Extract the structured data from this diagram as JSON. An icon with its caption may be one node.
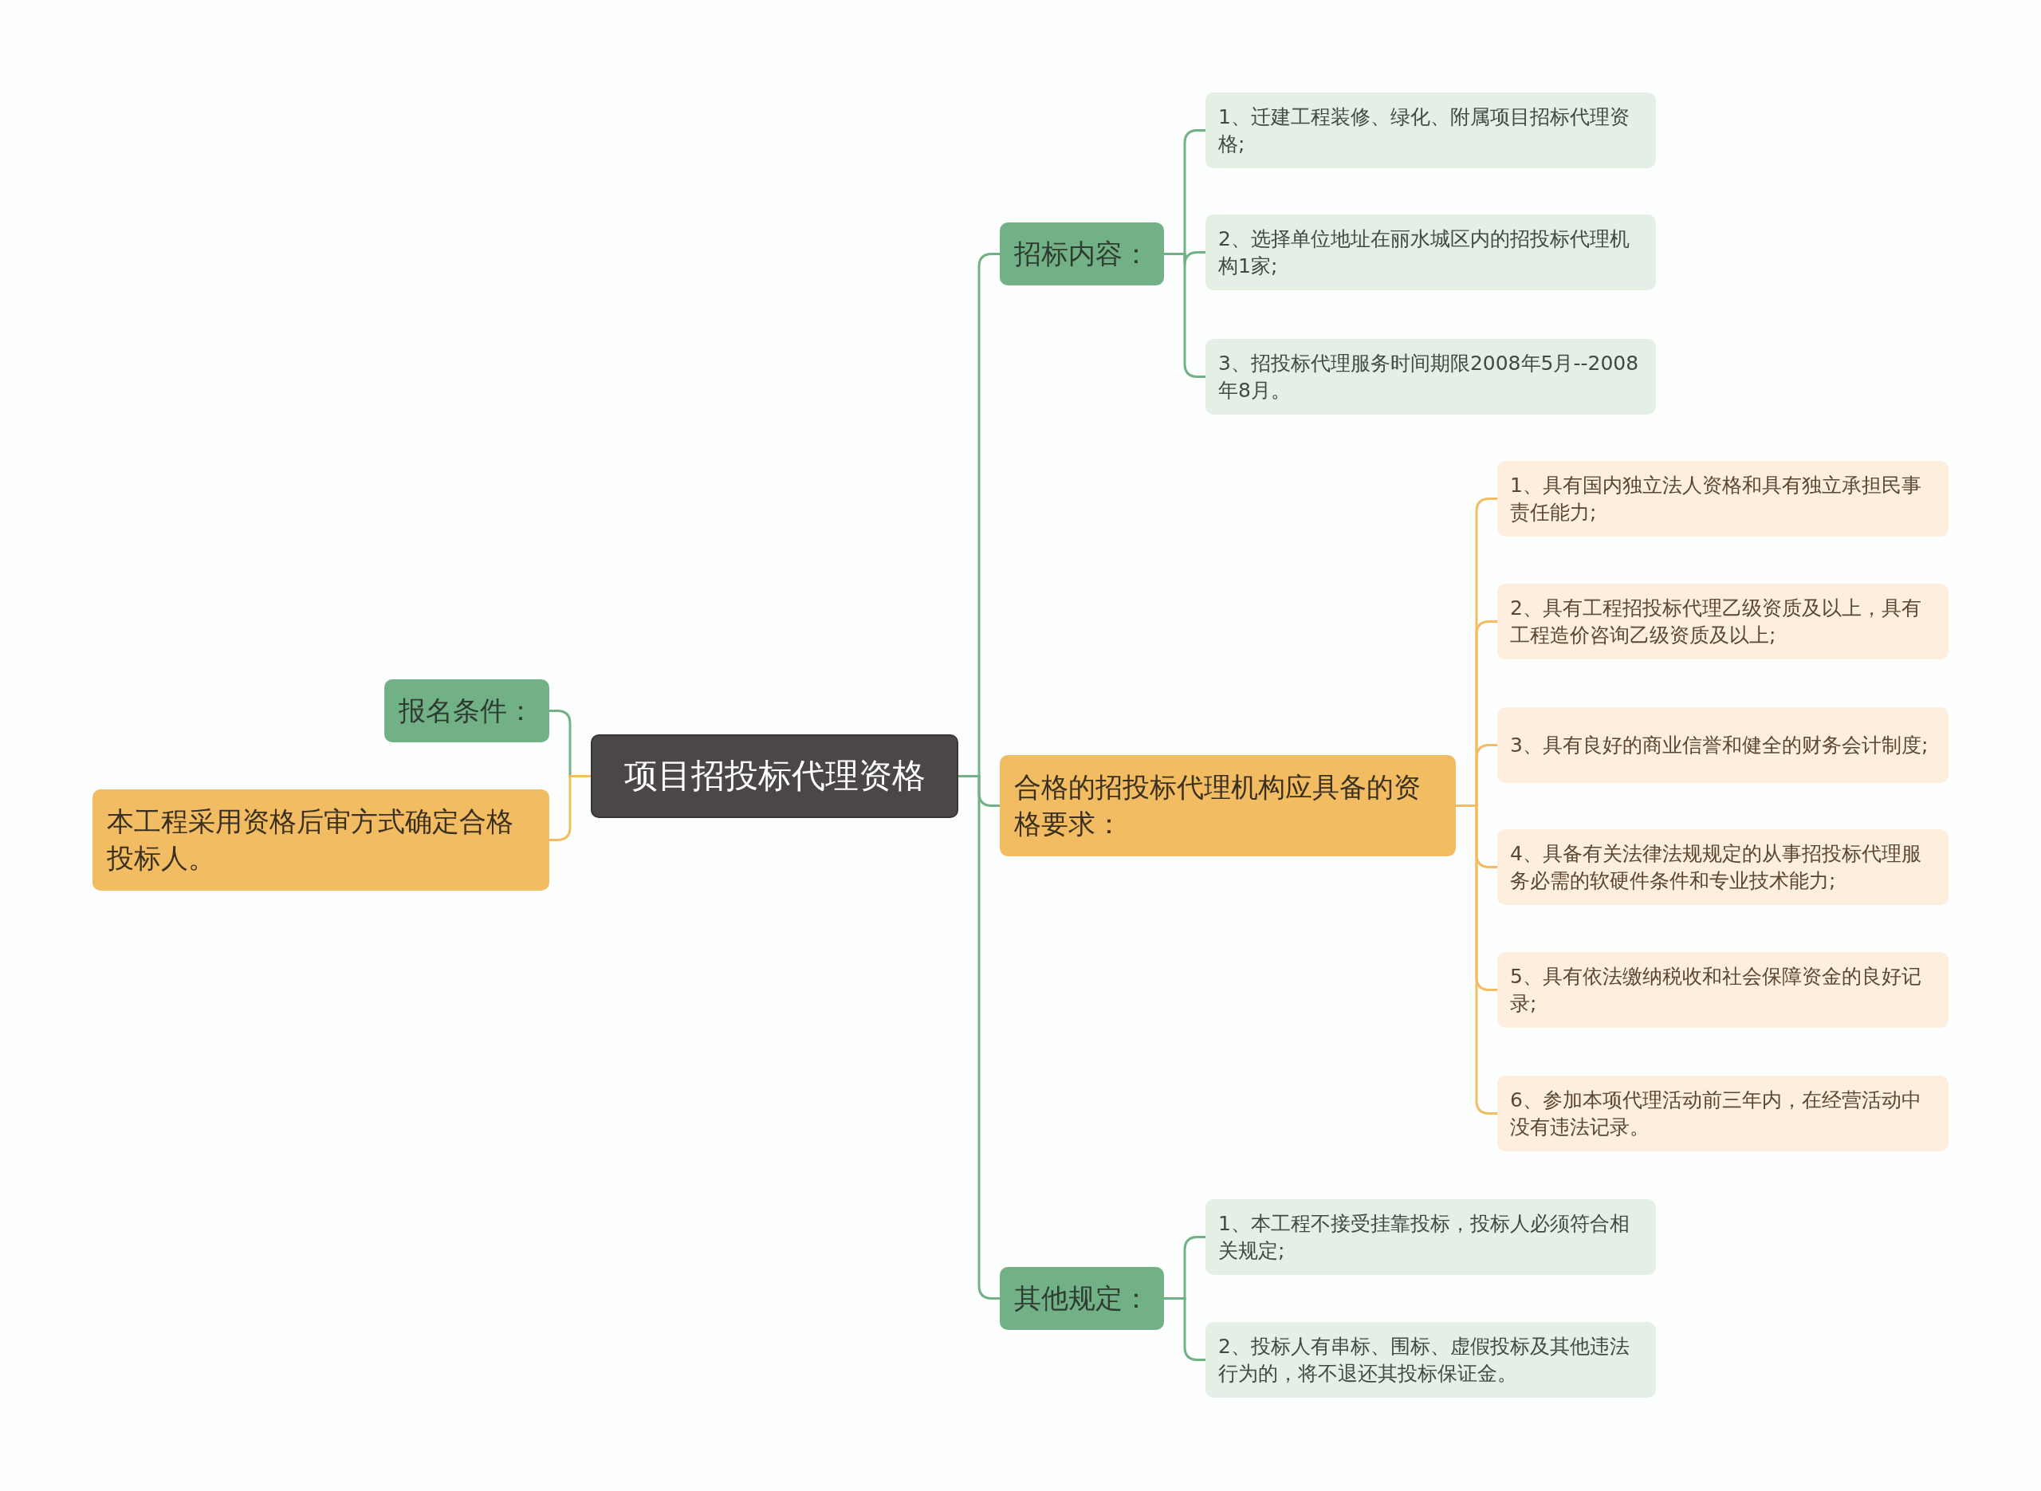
{
  "diagram": {
    "nodes": [
      {
        "text": [
          "项目招投标代理资格"
        ]
      },
      {
        "text": [
          "报名条件："
        ]
      },
      {
        "text": [
          "本工程采用资格后审方式确定合格投标人。"
        ]
      },
      {
        "text": [
          "招标内容："
        ]
      },
      {
        "text": [
          "1、迁建工程装修、绿化、附属项目招标代理资格;"
        ]
      },
      {
        "text": [
          "2、选择单位地址在丽水城区内的招投标代理机构1家;"
        ]
      },
      {
        "text": [
          "3、招投标代理服务时间期限2008年5月--2008年8月。"
        ]
      },
      {
        "text": [
          "合格的招投标代理机构应具备的资格要求："
        ]
      },
      {
        "text": [
          "1、具有国内独立法人资格和具有独立承担民事责任能力;"
        ]
      },
      {
        "text": [
          "2、具有工程招投标代理乙级资质及以上，具有工程造价咨询乙级资质及以上;"
        ]
      },
      {
        "text": [
          "3、具有良好的商业信誉和健全的财务会计制度;"
        ]
      },
      {
        "text": [
          "4、具备有关法律法规规定的从事招投标代理服务必需的软硬件条件和专业技术能力;"
        ]
      },
      {
        "text": [
          "5、具有依法缴纳税收和社会保障资金的良好记录;"
        ]
      },
      {
        "text": [
          "6、参加本项代理活动前三年内，在经营活动中没有违法记录。"
        ]
      },
      {
        "text": [
          "其他规定："
        ]
      },
      {
        "text": [
          "1、本工程不接受挂靠投标，投标人必须符合相关规定;"
        ]
      },
      {
        "text": [
          "2、投标人有串标、围标、虚假投标及其他违法行为的，将不退还其投标保证金。"
        ]
      }
    ],
    "edges": [
      {
        "from": 0,
        "to": 1,
        "arrow": "none",
        "color": "#72b185"
      },
      {
        "from": 0,
        "to": 2,
        "arrow": "none",
        "color": "#f2bd62"
      },
      {
        "from": 0,
        "to": 3,
        "arrow": "none",
        "color": "#72b185"
      },
      {
        "from": 0,
        "to": 7,
        "arrow": "none",
        "color": "#72b185"
      },
      {
        "from": 0,
        "to": 14,
        "arrow": "none",
        "color": "#72b185"
      },
      {
        "from": 3,
        "to": 4,
        "arrow": "none",
        "color": "#72b185"
      },
      {
        "from": 3,
        "to": 5,
        "arrow": "none",
        "color": "#72b185"
      },
      {
        "from": 3,
        "to": 6,
        "arrow": "none",
        "color": "#72b185"
      },
      {
        "from": 7,
        "to": 8,
        "arrow": "none",
        "color": "#f2bd62"
      },
      {
        "from": 7,
        "to": 9,
        "arrow": "none",
        "color": "#f2bd62"
      },
      {
        "from": 7,
        "to": 10,
        "arrow": "none",
        "color": "#f2bd62"
      },
      {
        "from": 7,
        "to": 11,
        "arrow": "none",
        "color": "#f2bd62"
      },
      {
        "from": 7,
        "to": 12,
        "arrow": "none",
        "color": "#f2bd62"
      },
      {
        "from": 7,
        "to": 13,
        "arrow": "none",
        "color": "#f2bd62"
      },
      {
        "from": 14,
        "to": 15,
        "arrow": "none",
        "color": "#72b185"
      },
      {
        "from": 14,
        "to": 16,
        "arrow": "none",
        "color": "#72b185"
      }
    ]
  }
}
